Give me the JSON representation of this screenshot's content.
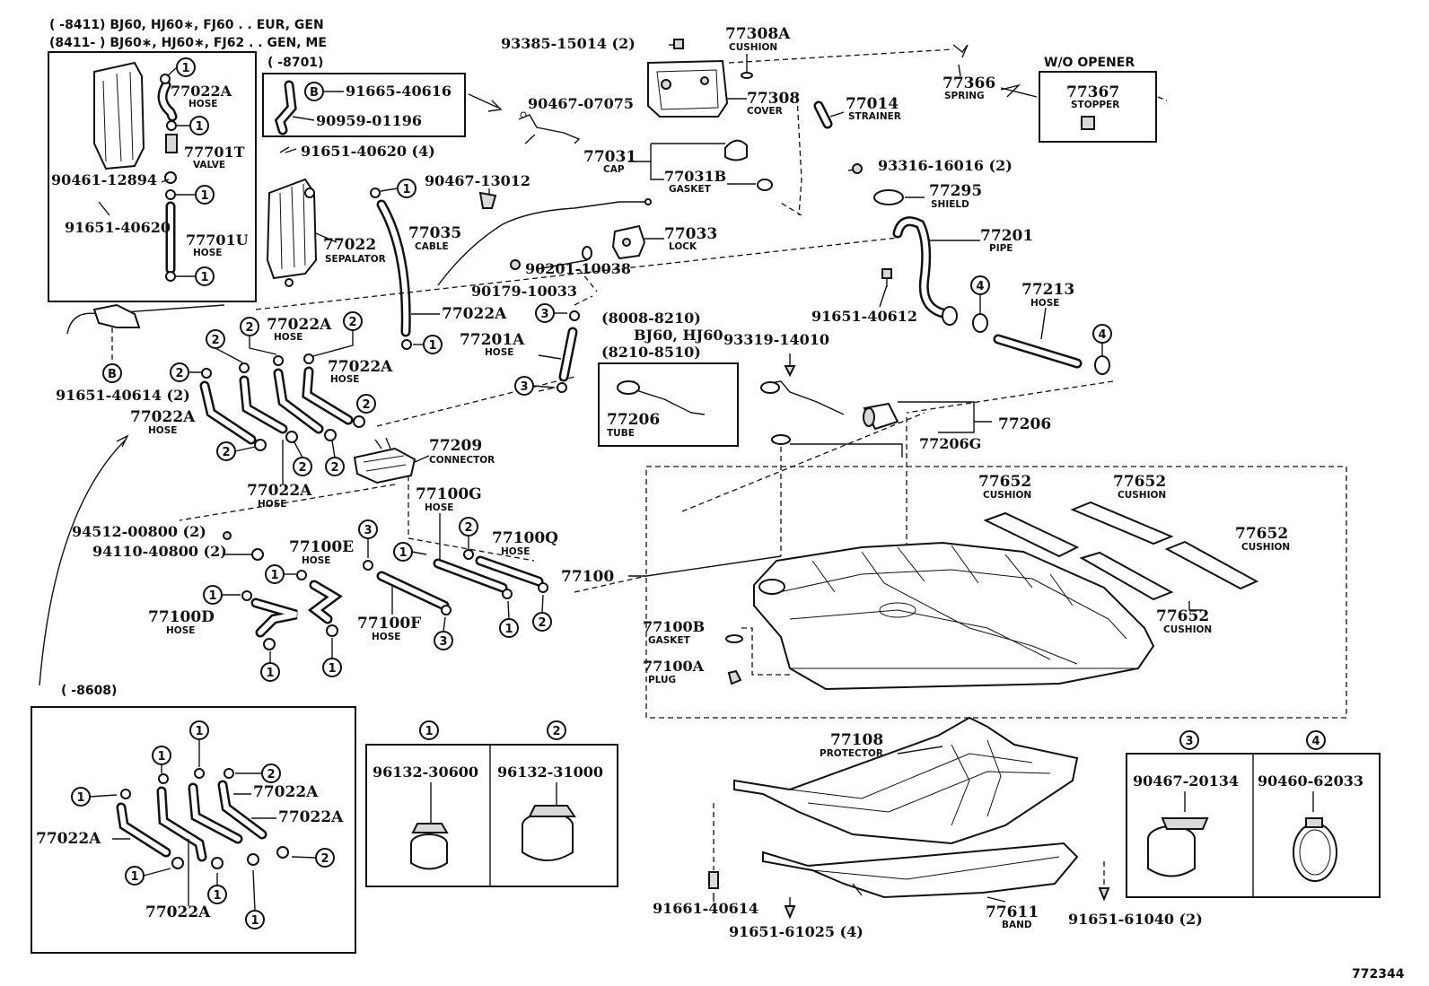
{
  "header": {
    "line1": "(      -8411) BJ60, HJ60∗, FJ60 . . EUR, GEN",
    "line2": "(8411-      ) BJ60∗, HJ60∗, FJ62 . . GEN, ME"
  },
  "labels": {
    "p93385": "93385-15014 (2)",
    "p77308A": "77308A",
    "p77308A_sub": "CUSHION",
    "p77366": "77366",
    "p77366_sub": "SPRING",
    "wo_opener": "W/O OPENER",
    "p77367": "77367",
    "p77367_sub": "STOPPER",
    "r8701": "(      -8701)",
    "p91665": "91665-40616",
    "p90959": "90959-01196",
    "p91651_4": "91651-40620 (4)",
    "p90467_07075": "90467-07075",
    "p77308": "77308",
    "p77308_sub": "COVER",
    "p77014": "77014",
    "p77014_sub": "STRAINER",
    "p77031": "77031",
    "p77031_sub": "CAP",
    "p77031B": "77031B",
    "p77031B_sub": "GASKET",
    "p93316": "93316-16016 (2)",
    "p77295": "77295",
    "p77295_sub": "SHIELD",
    "p90467_13012": "90467-13012",
    "p77035": "77035",
    "p77035_sub": "CABLE",
    "p77033": "77033",
    "p77033_sub": "LOCK",
    "p77201": "77201",
    "p77201_sub": "PIPE",
    "p77022A_1": "77022A",
    "p77022A_1_sub": "HOSE",
    "p77701T": "77701T",
    "p77701T_sub": "VALVE",
    "p90461": "90461-12894",
    "p91651_40620": "91651-40620",
    "p77701U": "77701U",
    "p77701U_sub": "HOSE",
    "p77022": "77022",
    "p77022_sub": "SEPALATOR",
    "p90201": "90201-10038",
    "p90179": "90179-10033",
    "p91651_40612": "91651-40612",
    "p77213": "77213",
    "p77213_sub": "HOSE",
    "p77022A_2": "77022A",
    "p77022A_3": "77022A",
    "p77022A_3_sub": "HOSE",
    "r8008": "(8008-8210)",
    "bj60": "BJ60, HJ60",
    "r8210": "(8210-8510)",
    "p93319": "93319-14010",
    "p77201A": "77201A",
    "p77201A_sub": "HOSE",
    "p77022A_4": "77022A",
    "p77022A_4_sub": "HOSE",
    "p91651_40614": "91651-40614 (2)",
    "p77022A_5": "77022A",
    "p77022A_5_sub": "HOSE",
    "p77206_tube": "77206",
    "p77206_tube_sub": "TUBE",
    "p77206": "77206",
    "p77206G": "77206G",
    "p77209": "77209",
    "p77209_sub": "CONNECTOR",
    "p77022A_6": "77022A",
    "p77022A_6_sub": "HOSE",
    "p77100G": "77100G",
    "p77100G_sub": "HOSE",
    "p77652_a": "77652",
    "p77652_a_sub": "CUSHION",
    "p77652_b": "77652",
    "p77652_b_sub": "CUSHION",
    "p77652_c": "77652",
    "p77652_c_sub": "CUSHION",
    "p77652_d": "77652",
    "p77652_d_sub": "CUSHION",
    "p94512": "94512-00800 (2)",
    "p94110": "94110-40800 (2)",
    "p77100E": "77100E",
    "p77100E_sub": "HOSE",
    "p77100Q": "77100Q",
    "p77100Q_sub": "HOSE",
    "p77100": "77100",
    "p77100D": "77100D",
    "p77100D_sub": "HOSE",
    "p77100F": "77100F",
    "p77100F_sub": "HOSE",
    "p77100B": "77100B",
    "p77100B_sub": "GASKET",
    "p77100A": "77100A",
    "p77100A_sub": "PLUG",
    "r8608": "(      -8608)",
    "p77022A_7": "77022A",
    "p77022A_8": "77022A",
    "p77022A_9": "77022A",
    "p77022A_10": "77022A",
    "p77108": "77108",
    "p77108_sub": "PROTECTOR",
    "clamp1_pn": "96132-30600",
    "clamp2_pn": "96132-31000",
    "clamp3_pn": "90467-20134",
    "clamp4_pn": "90460-62033",
    "p91661": "91661-40614",
    "p91651_61025": "91651-61025 (4)",
    "p77611": "77611",
    "p77611_sub": "BAND",
    "p91651_61040": "91651-61040 (2)",
    "figure_id": "772344"
  },
  "callouts": {
    "one": "1",
    "two": "2",
    "three": "3",
    "four": "4",
    "b": "B"
  }
}
